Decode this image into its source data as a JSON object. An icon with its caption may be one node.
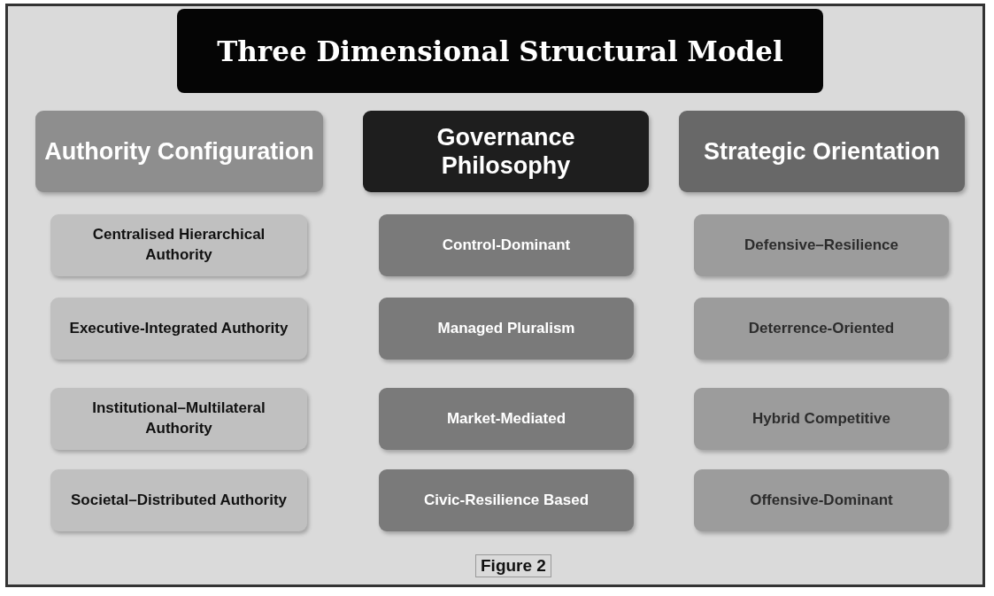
{
  "diagram": {
    "title": "Three Dimensional Structural Model",
    "caption": "Figure 2",
    "nodes": [
      {
        "text": [
          "Authority Configuration"
        ]
      },
      {
        "text": [
          "Governance Philosophy"
        ]
      },
      {
        "text": [
          "Strategic Orientation"
        ]
      },
      {
        "text": [
          "Centralised Hierarchical Authority"
        ]
      },
      {
        "text": [
          "Control-Dominant"
        ]
      },
      {
        "text": [
          "Defensive–Resilience"
        ]
      },
      {
        "text": [
          "Executive-Integrated Authority"
        ]
      },
      {
        "text": [
          "Managed Pluralism"
        ]
      },
      {
        "text": [
          "Deterrence-Oriented"
        ]
      },
      {
        "text": [
          "Institutional–Multilateral Authority"
        ]
      },
      {
        "text": [
          "Market-Mediated"
        ]
      },
      {
        "text": [
          "Hybrid Competitive"
        ]
      },
      {
        "text": [
          "Societal–Distributed Authority"
        ]
      },
      {
        "text": [
          "Civic-Resilience Based"
        ]
      },
      {
        "text": [
          "Offensive-Dominant"
        ]
      }
    ]
  }
}
